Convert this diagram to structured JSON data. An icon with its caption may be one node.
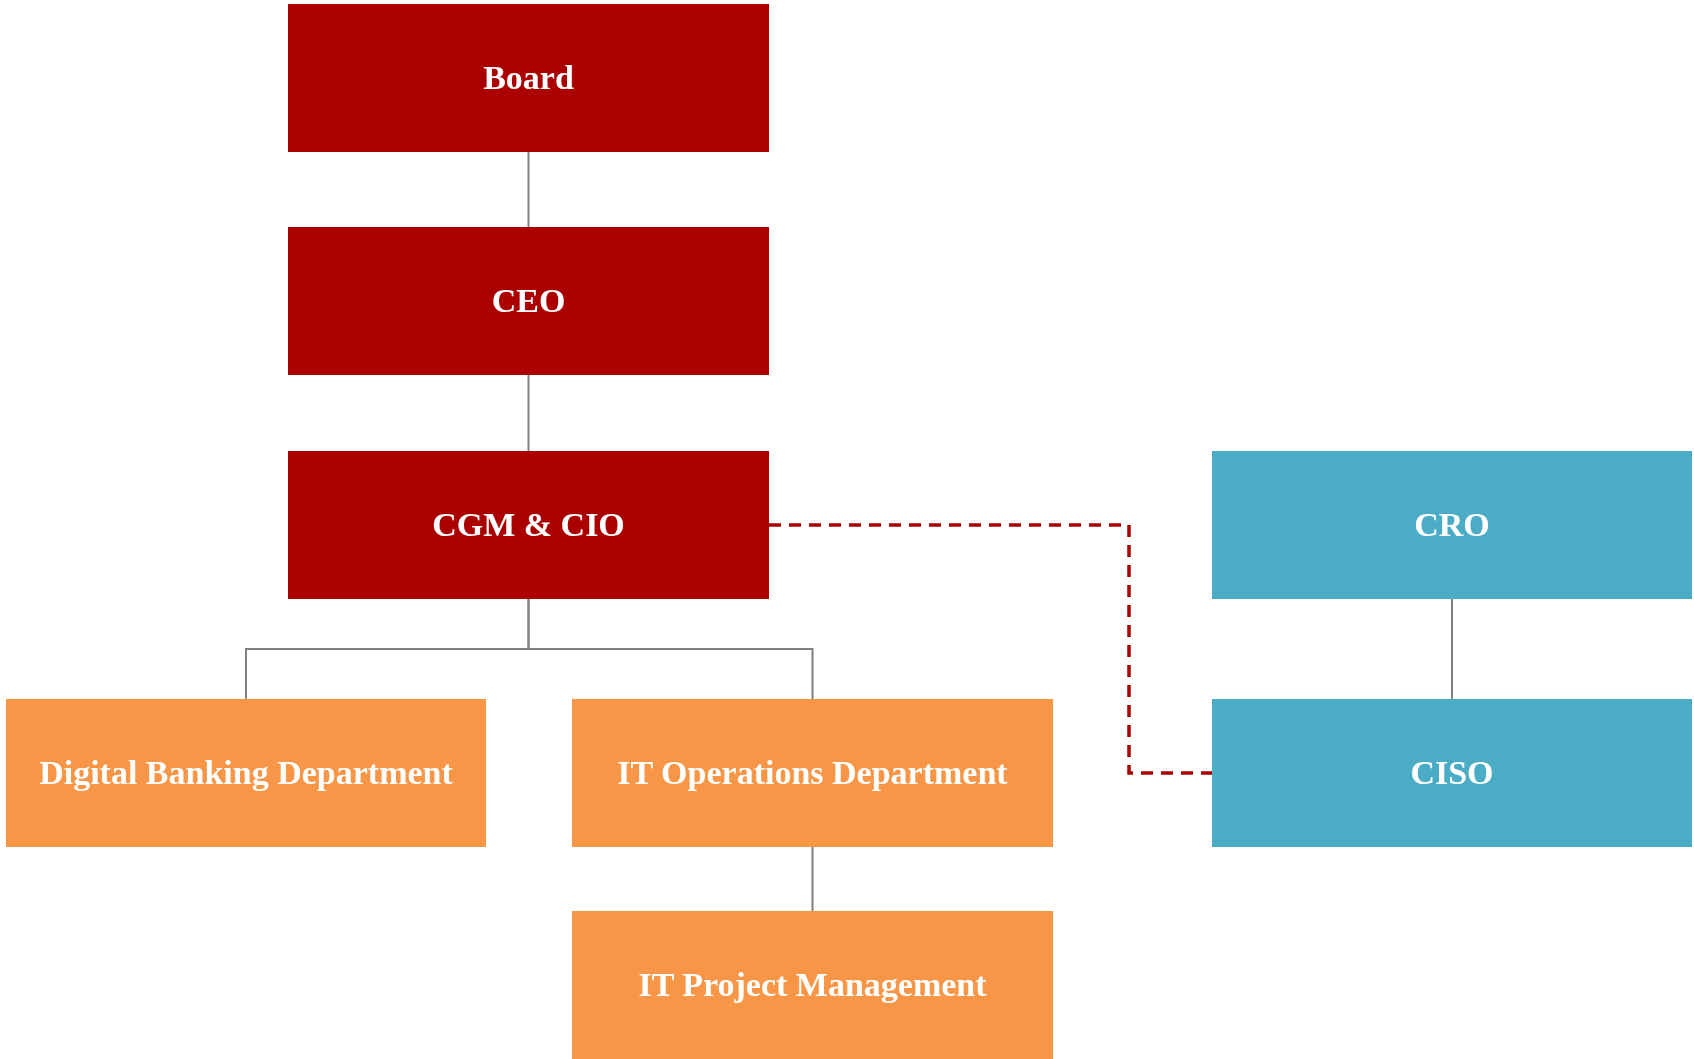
{
  "diagram": {
    "nodes": [
      {
        "text": [
          "Board"
        ]
      },
      {
        "text": [
          "CEO"
        ]
      },
      {
        "text": [
          "CGM & CIO"
        ]
      },
      {
        "text": [
          "CRO"
        ]
      },
      {
        "text": [
          "Digital Banking Department"
        ]
      },
      {
        "text": [
          "IT Operations Department"
        ]
      },
      {
        "text": [
          "CISO"
        ]
      },
      {
        "text": [
          "IT Project Management"
        ]
      }
    ],
    "edges": [
      {
        "from": 0,
        "to": 1,
        "arrow": "none"
      },
      {
        "from": 1,
        "to": 2,
        "arrow": "none"
      },
      {
        "from": 2,
        "to": 4,
        "arrow": "none"
      },
      {
        "from": 2,
        "to": 5,
        "arrow": "none"
      },
      {
        "from": 5,
        "to": 7,
        "arrow": "none"
      },
      {
        "from": 3,
        "to": 6,
        "arrow": "none"
      },
      {
        "from": 2,
        "to": 6,
        "arrow": "none",
        "style": "dashed",
        "color": "#aa0000"
      }
    ]
  }
}
